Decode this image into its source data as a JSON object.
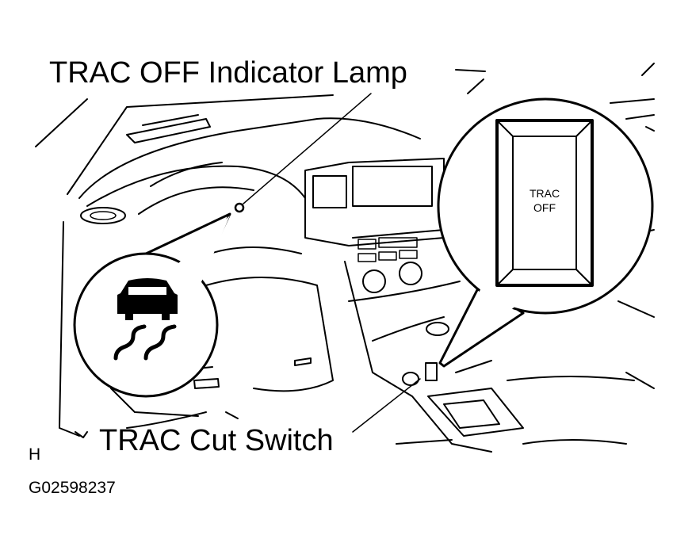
{
  "diagram": {
    "callout_indicator_lamp": "TRAC OFF Indicator Lamp",
    "callout_cut_switch": "TRAC Cut Switch",
    "switch_face_line1": "TRAC",
    "switch_face_line2": "OFF",
    "section_mark": "H",
    "figure_code": "G02598237"
  }
}
